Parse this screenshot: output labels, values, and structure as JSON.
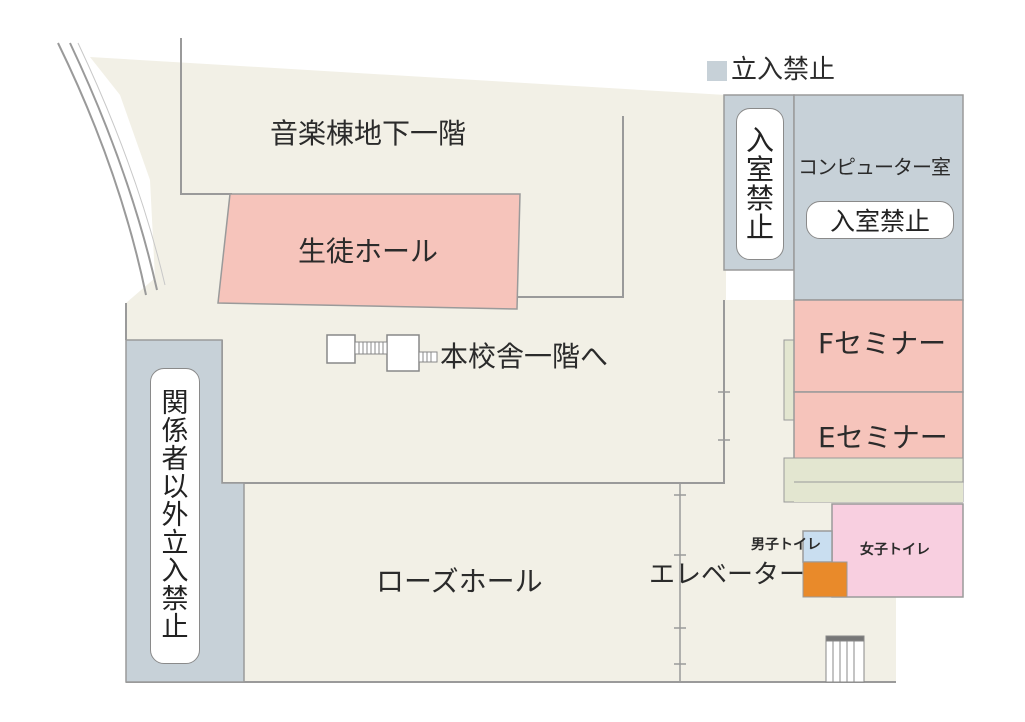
{
  "legend": {
    "swatch_color": "#c7d1d8",
    "label": "立入禁止"
  },
  "areas": {
    "music_basement": "音楽棟地下一階",
    "student_hall": "生徒ホール",
    "to_main_building": "本校舎一階へ",
    "rose_hall": "ローズホール",
    "staff_only": [
      "関",
      "係",
      "者",
      "以",
      "外",
      "立",
      "入",
      "禁",
      "止"
    ],
    "room_no_entry_vertical": [
      "入",
      "室",
      "禁",
      "止"
    ],
    "computer_room": "コンピューター室",
    "computer_room_no_entry": "入室禁止",
    "f_seminar": "Fセミナー",
    "e_seminar": "Eセミナー",
    "mens_toilet": "男子トイレ",
    "womens_toilet": "女子トイレ",
    "elevator": "エレベーター"
  },
  "colors": {
    "floor": "#f2f0e6",
    "restricted": "#c7d1d8",
    "seminar": "#f6c4bb",
    "womens_toilet": "#f8cfe0",
    "mens_toilet": "#c9def0",
    "elevator": "#e98a2a",
    "strip": "#e3e6d0"
  }
}
